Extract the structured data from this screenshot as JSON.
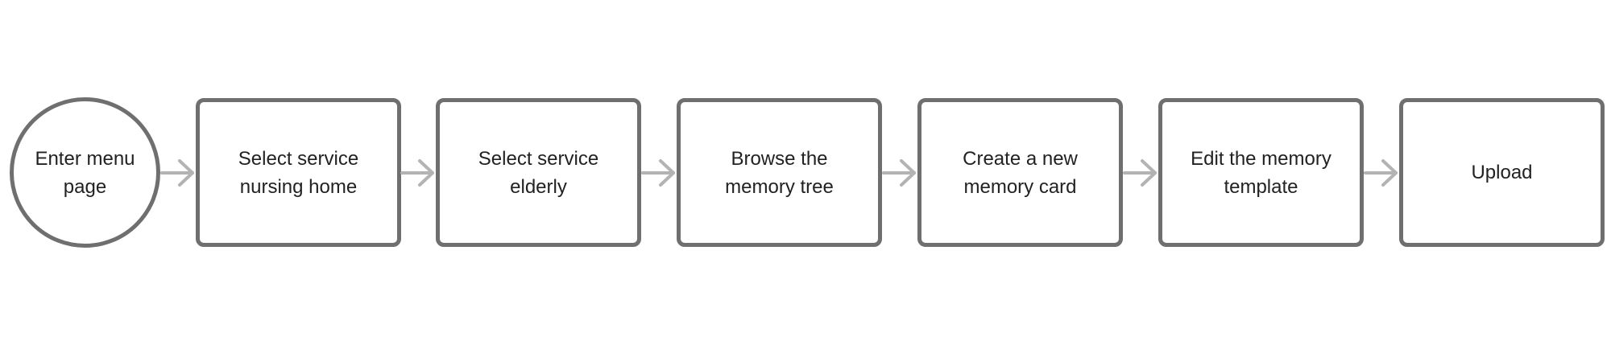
{
  "diagram": {
    "type": "flowchart",
    "direction": "left-to-right",
    "start_node": {
      "label": "Enter menu\npage",
      "shape": "circle"
    },
    "steps": [
      {
        "label": "Select service\nnursing home"
      },
      {
        "label": "Select service\nelderly"
      },
      {
        "label": "Browse the\nmemory tree"
      },
      {
        "label": "Create a new\nmemory card"
      },
      {
        "label": "Edit the memory\ntemplate"
      },
      {
        "label": "Upload"
      }
    ],
    "colors": {
      "node_border": "#6f6f6f",
      "arrow": "#b3b3b3",
      "text": "#222222",
      "background": "#ffffff"
    }
  }
}
